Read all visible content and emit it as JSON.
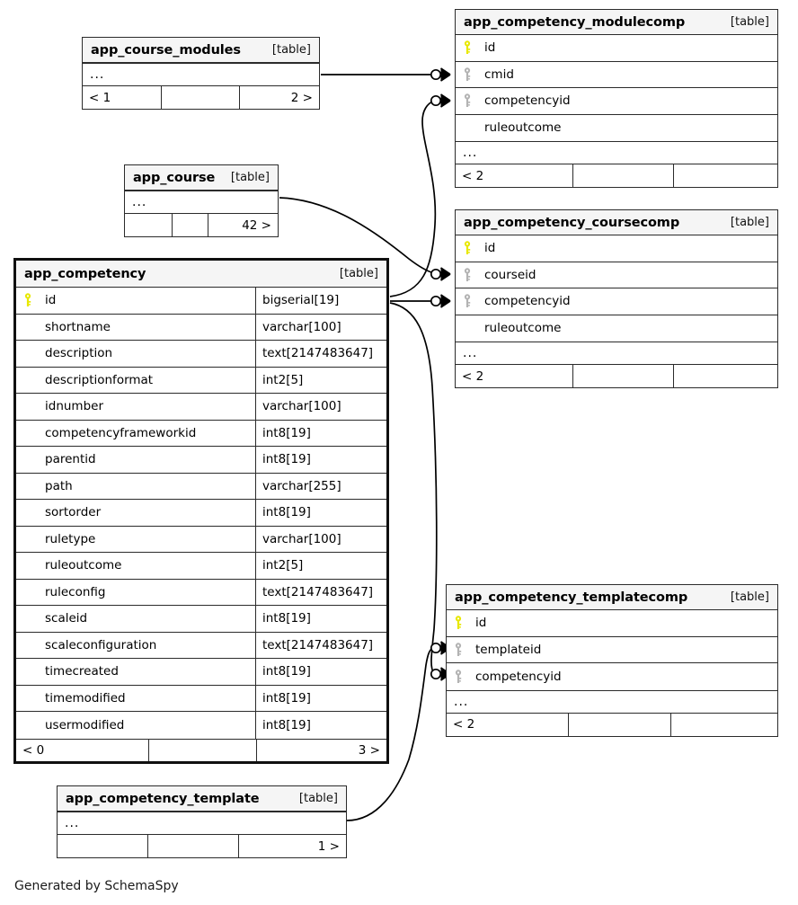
{
  "diagram": {
    "kind": "entity-relationship-diagram",
    "generator_credit": "Generated by SchemaSpy",
    "type_label": "[table]",
    "ellipsis": "...",
    "key_icons": {
      "primary": "primary-key-icon",
      "foreign": "foreign-key-icon"
    },
    "colors": {
      "primary_key": "#e8e800",
      "foreign_key": "#b3b3b3",
      "header_bg": "#f5f5f5",
      "border": "#2b2b2b",
      "focal_border": "#101010",
      "edge": "#000000",
      "background": "#ffffff"
    }
  },
  "tables": {
    "course_modules": {
      "name": "app_course_modules",
      "type": "[table]",
      "ellipsis": "...",
      "footer": [
        "< 1",
        "",
        "2 >"
      ]
    },
    "course": {
      "name": "app_course",
      "type": "[table]",
      "ellipsis": "...",
      "footer": [
        "",
        "",
        "42 >"
      ]
    },
    "competency": {
      "name": "app_competency",
      "type": "[table]",
      "footer": [
        "< 0",
        "",
        "3 >"
      ],
      "columns": [
        {
          "key": "primary",
          "name": "id",
          "type": "bigserial[19]"
        },
        {
          "key": "none",
          "name": "shortname",
          "type": "varchar[100]"
        },
        {
          "key": "none",
          "name": "description",
          "type": "text[2147483647]"
        },
        {
          "key": "none",
          "name": "descriptionformat",
          "type": "int2[5]"
        },
        {
          "key": "none",
          "name": "idnumber",
          "type": "varchar[100]"
        },
        {
          "key": "none",
          "name": "competencyframeworkid",
          "type": "int8[19]"
        },
        {
          "key": "none",
          "name": "parentid",
          "type": "int8[19]"
        },
        {
          "key": "none",
          "name": "path",
          "type": "varchar[255]"
        },
        {
          "key": "none",
          "name": "sortorder",
          "type": "int8[19]"
        },
        {
          "key": "none",
          "name": "ruletype",
          "type": "varchar[100]"
        },
        {
          "key": "none",
          "name": "ruleoutcome",
          "type": "int2[5]"
        },
        {
          "key": "none",
          "name": "ruleconfig",
          "type": "text[2147483647]"
        },
        {
          "key": "none",
          "name": "scaleid",
          "type": "int8[19]"
        },
        {
          "key": "none",
          "name": "scaleconfiguration",
          "type": "text[2147483647]"
        },
        {
          "key": "none",
          "name": "timecreated",
          "type": "int8[19]"
        },
        {
          "key": "none",
          "name": "timemodified",
          "type": "int8[19]"
        },
        {
          "key": "none",
          "name": "usermodified",
          "type": "int8[19]"
        }
      ]
    },
    "modulecomp": {
      "name": "app_competency_modulecomp",
      "type": "[table]",
      "ellipsis": "...",
      "footer": [
        "< 2",
        "",
        ""
      ],
      "columns": [
        {
          "key": "primary",
          "name": "id"
        },
        {
          "key": "foreign",
          "name": "cmid"
        },
        {
          "key": "foreign",
          "name": "competencyid"
        },
        {
          "key": "none",
          "name": "ruleoutcome"
        }
      ]
    },
    "coursecomp": {
      "name": "app_competency_coursecomp",
      "type": "[table]",
      "ellipsis": "...",
      "footer": [
        "< 2",
        "",
        ""
      ],
      "columns": [
        {
          "key": "primary",
          "name": "id"
        },
        {
          "key": "foreign",
          "name": "courseid"
        },
        {
          "key": "foreign",
          "name": "competencyid"
        },
        {
          "key": "none",
          "name": "ruleoutcome"
        }
      ]
    },
    "templatecomp": {
      "name": "app_competency_templatecomp",
      "type": "[table]",
      "ellipsis": "...",
      "footer": [
        "< 2",
        "",
        ""
      ],
      "columns": [
        {
          "key": "primary",
          "name": "id"
        },
        {
          "key": "foreign",
          "name": "templateid"
        },
        {
          "key": "foreign",
          "name": "competencyid"
        }
      ]
    },
    "template": {
      "name": "app_competency_template",
      "type": "[table]",
      "ellipsis": "...",
      "footer": [
        "",
        "",
        "1 >"
      ]
    }
  },
  "relationships": [
    {
      "from": "app_course_modules",
      "to": "app_competency_modulecomp.cmid",
      "cardinality": "zero-or-many"
    },
    {
      "from": "app_competency",
      "to": "app_competency_modulecomp.competencyid",
      "cardinality": "zero-or-many"
    },
    {
      "from": "app_course",
      "to": "app_competency_coursecomp.courseid",
      "cardinality": "zero-or-many"
    },
    {
      "from": "app_competency",
      "to": "app_competency_coursecomp.competencyid",
      "cardinality": "zero-or-many"
    },
    {
      "from": "app_competency_template",
      "to": "app_competency_templatecomp.templateid",
      "cardinality": "zero-or-many"
    },
    {
      "from": "app_competency",
      "to": "app_competency_templatecomp.competencyid",
      "cardinality": "zero-or-many"
    }
  ]
}
